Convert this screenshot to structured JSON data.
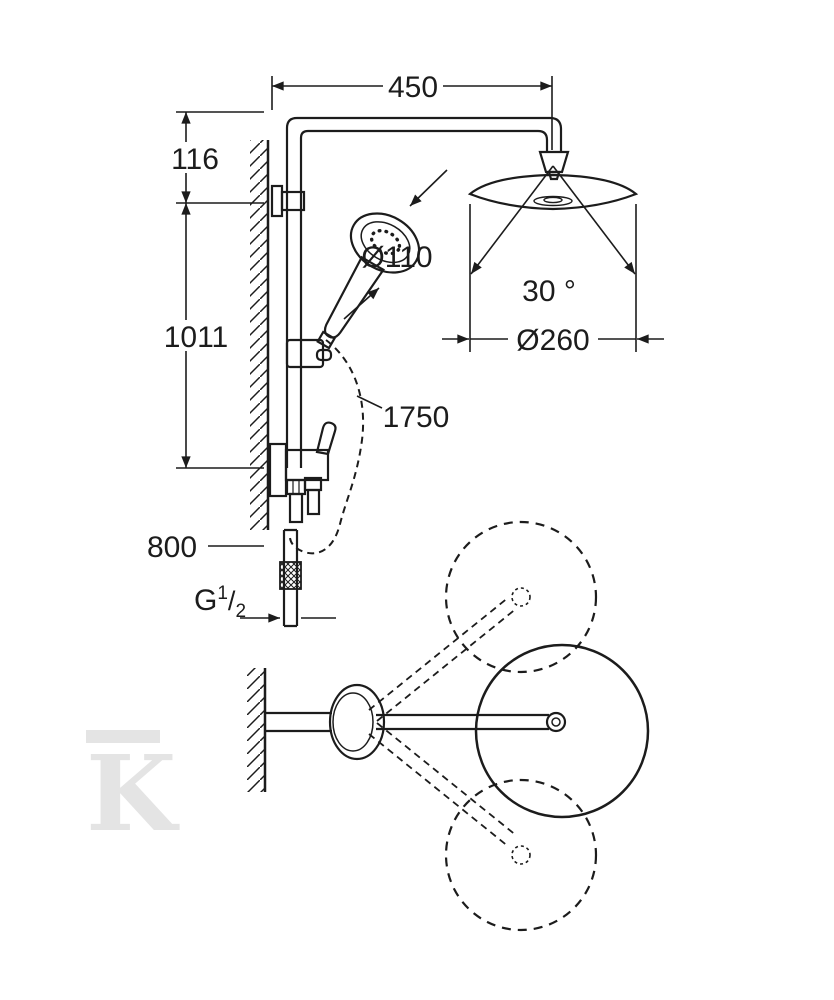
{
  "drawing": {
    "kind": "shower-system-technical-dimension-drawing",
    "line_color": "#1c1c1c",
    "watermark": {
      "letter": "K",
      "color": "#e4e4e4"
    },
    "dimensions": {
      "top_offset": "450",
      "upper_segment": "116",
      "rail_length": "1011",
      "hand_shower_diameter": "Ø110",
      "spray_angle": "30 °",
      "head_diameter": "Ø260",
      "hose_length": "1750",
      "supply_height": "800",
      "thread": {
        "g": "G",
        "num": "1",
        "slash": "/",
        "den": "2"
      }
    }
  }
}
